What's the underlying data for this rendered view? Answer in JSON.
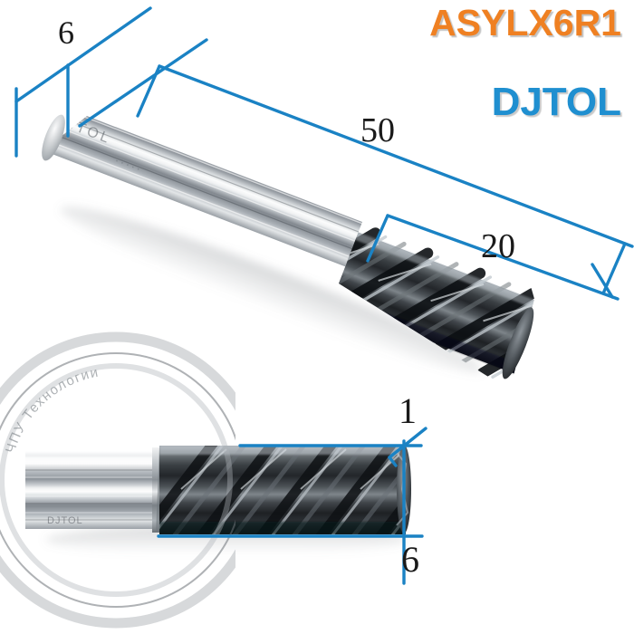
{
  "product": {
    "model_code": "ASYLX6R1",
    "brand": "DJTOL",
    "model_color": "#ef8022",
    "brand_color": "#1f8fd0"
  },
  "annotation": {
    "line_color": "#1a82c4",
    "text_color": "#1a1a1a"
  },
  "dimensions": {
    "shank_diameter": "6",
    "overall_length": "50",
    "flute_length": "20",
    "corner_radius": "1",
    "cutting_diameter": "6"
  },
  "watermark": {
    "text": "ЧПУ Технологии"
  },
  "engraving": {
    "shank_mark": "DJTOL"
  }
}
